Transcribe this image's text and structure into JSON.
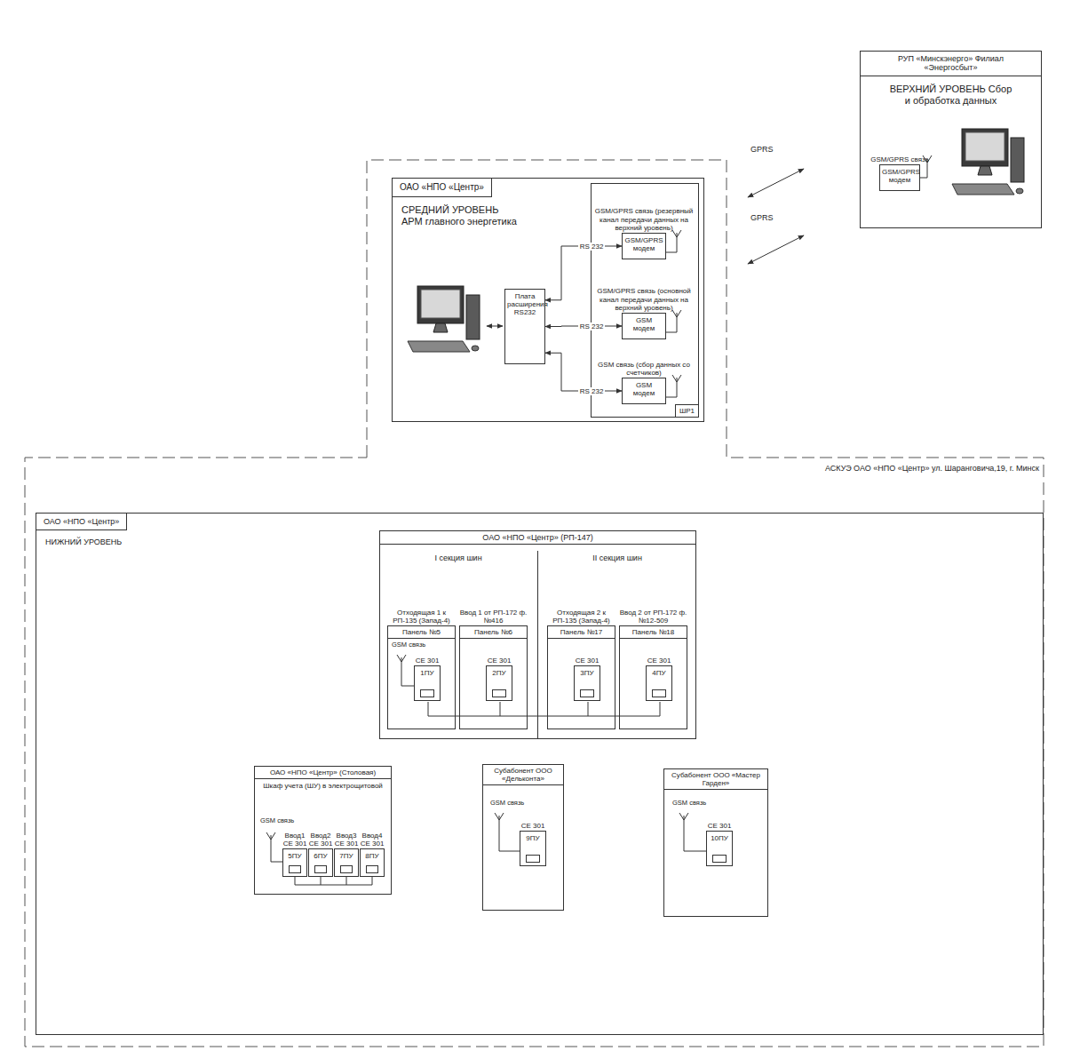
{
  "diagram": {
    "nodes": [
      {
        "text": [
          "РУП «Минскэнерго» Филиал «Энергосбыт»",
          "ВЕРХНИЙ УРОВЕНЬ Сбор и обработка данных"
        ]
      },
      {
        "text": [
          "GSM/GPRS связь",
          "GSM/GPRS модем"
        ],
        "in": 0
      },
      {
        "text": [
          "ОАО «НПО «Центр»",
          "СРЕДНИЙ УРОВЕНЬ АРМ главного энергетика"
        ]
      },
      {
        "text": [
          "Плата расширения RS232"
        ],
        "in": 2
      },
      {
        "text": [
          "ШР1"
        ],
        "in": 2
      },
      {
        "text": [
          "GSM/GPRS связь (резервный канал передачи данных на верхний уровень)",
          "GSM/GPRS модем"
        ],
        "in": 4
      },
      {
        "text": [
          "GSM/GPRS связь (основной канал передачи данных на верхний уровень)",
          "GSM модем"
        ],
        "in": 4
      },
      {
        "text": [
          "GSM связь (сбор данных со счетчиков)",
          "GSM модем"
        ],
        "in": 4
      },
      {
        "text": [
          "ОАО «НПО «Центр»",
          "НИЖНИЙ УРОВЕНЬ"
        ]
      },
      {
        "text": [
          "ОАО «НПО «Центр» (РП-147)"
        ],
        "in": 8
      },
      {
        "text": [
          "I секция шин"
        ],
        "in": 9
      },
      {
        "text": [
          "II секция шин"
        ],
        "in": 9
      },
      {
        "text": [
          "Отходящая 1 к РП-135 (Запад-4)",
          "Панель №5"
        ],
        "in": 10
      },
      {
        "text": [
          "СЕ 301",
          "1ПУ"
        ],
        "in": 12
      },
      {
        "text": [
          "Ввод 1 от РП-172 ф. №416",
          "Панель №6"
        ],
        "in": 10
      },
      {
        "text": [
          "СЕ 301",
          "2ПУ"
        ],
        "in": 14
      },
      {
        "text": [
          "Отходящая 2 к РП-135 (Запад-4)",
          "Панель №17"
        ],
        "in": 11
      },
      {
        "text": [
          "СЕ 301",
          "3ПУ"
        ],
        "in": 16
      },
      {
        "text": [
          "Ввод 2 от РП-172 ф. №12-509",
          "Панель №18"
        ],
        "in": 11
      },
      {
        "text": [
          "СЕ 301",
          "4ПУ"
        ],
        "in": 18
      },
      {
        "text": [
          "ОАО «НПО «Центр» (Столовая)",
          "Шкаф учета (ШУ) в электрощитовой"
        ],
        "in": 8
      },
      {
        "text": [
          "Ввод1 СЕ 301",
          "5ПУ"
        ],
        "in": 20
      },
      {
        "text": [
          "Ввод2 СЕ 301",
          "6ПУ"
        ],
        "in": 20
      },
      {
        "text": [
          "Ввод3 СЕ 301",
          "7ПУ"
        ],
        "in": 20
      },
      {
        "text": [
          "Ввод4 СЕ 301",
          "8ПУ"
        ],
        "in": 20
      },
      {
        "text": [
          "Субабонент ООО «Дельконта»"
        ],
        "in": 8
      },
      {
        "text": [
          "СЕ 301",
          "9ПУ"
        ],
        "in": 25
      },
      {
        "text": [
          "Субабонент ООО «Мастер Гарден»"
        ],
        "in": 8
      },
      {
        "text": [
          "СЕ 301",
          "10ПУ"
        ],
        "in": 27
      }
    ],
    "edges": [
      {
        "from": 3,
        "to": 5,
        "arrow": "both",
        "label": "RS 232"
      },
      {
        "from": 3,
        "to": 6,
        "arrow": "both",
        "label": "RS 232"
      },
      {
        "from": 3,
        "to": 7,
        "arrow": "both",
        "label": "RS 232"
      }
    ],
    "labels": [
      "GPRS",
      "GPRS",
      "АСКУЭ ОАО «НПО «Центр» ул. Шаранговича,19, г. Минск",
      "GSM связь",
      "GSM связь",
      "GSM связь",
      "GSM связь"
    ]
  }
}
